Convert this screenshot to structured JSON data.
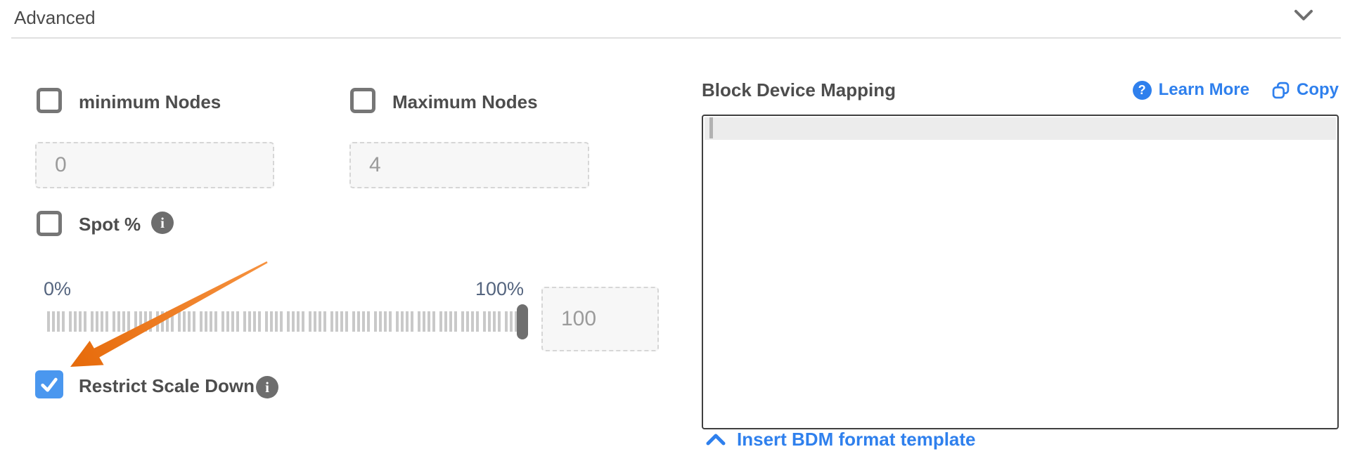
{
  "header": {
    "title": "Advanced",
    "collapse_icon": "chevron-down-icon"
  },
  "form": {
    "min_nodes": {
      "label": "minimum Nodes",
      "checked": false,
      "placeholder": "0"
    },
    "max_nodes": {
      "label": "Maximum Nodes",
      "checked": false,
      "placeholder": "4"
    },
    "spot": {
      "label": "Spot %",
      "checked": false,
      "info_icon": "info-icon"
    },
    "slider": {
      "min_label": "0%",
      "max_label": "100%",
      "value_placeholder": "100"
    },
    "restrict": {
      "label": "Restrict Scale Down",
      "checked": true,
      "info_icon": "info-icon"
    }
  },
  "bdm": {
    "title": "Block Device Mapping",
    "learn_more_label": "Learn More",
    "copy_label": "Copy",
    "editor_content": "",
    "insert_template_label": "Insert BDM format template"
  },
  "annotations": {
    "arrow": "orange arrow pointing at Restrict Scale Down checkbox"
  },
  "colors": {
    "accent_blue": "#2f80ed",
    "checkbox_blue": "#4a97ef",
    "arrow_orange": "#ee7118",
    "label_gray": "#4d4d4d",
    "slider_label_slate": "#55657f",
    "tick_gray": "#c9c9c9"
  }
}
